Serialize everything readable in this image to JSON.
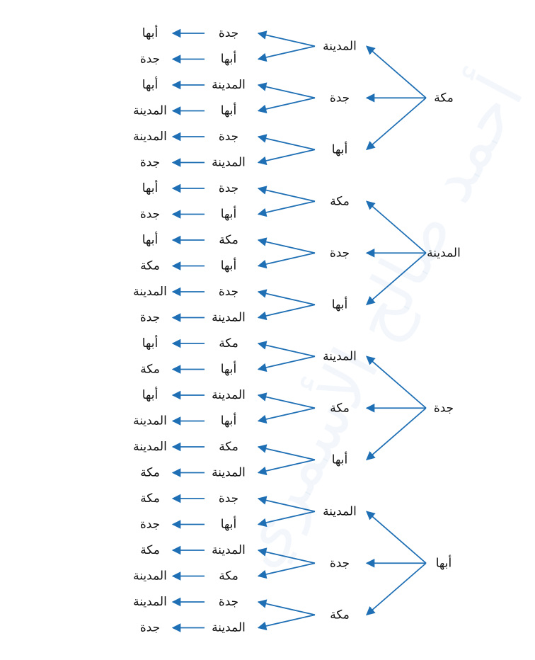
{
  "arrow_color": "#1f6fb5",
  "watermark": "أحمد صالح الأسمري",
  "tree": [
    {
      "label": "مكة",
      "branches": [
        {
          "label": "المدينة",
          "leaves": [
            {
              "mid": "جدة",
              "end": "أبها"
            },
            {
              "mid": "أبها",
              "end": "جدة"
            }
          ]
        },
        {
          "label": "جدة",
          "leaves": [
            {
              "mid": "المدينة",
              "end": "أبها"
            },
            {
              "mid": "أبها",
              "end": "المدينة"
            }
          ]
        },
        {
          "label": "أبها",
          "leaves": [
            {
              "mid": "جدة",
              "end": "المدينة"
            },
            {
              "mid": "المدينة",
              "end": "جدة"
            }
          ]
        }
      ]
    },
    {
      "label": "المدينة",
      "branches": [
        {
          "label": "مكة",
          "leaves": [
            {
              "mid": "جدة",
              "end": "أبها"
            },
            {
              "mid": "أبها",
              "end": "جدة"
            }
          ]
        },
        {
          "label": "جدة",
          "leaves": [
            {
              "mid": "مكة",
              "end": "أبها"
            },
            {
              "mid": "أبها",
              "end": "مكة"
            }
          ]
        },
        {
          "label": "أبها",
          "leaves": [
            {
              "mid": "جدة",
              "end": "المدينة"
            },
            {
              "mid": "المدينة",
              "end": "جدة"
            }
          ]
        }
      ]
    },
    {
      "label": "جدة",
      "branches": [
        {
          "label": "المدينة",
          "leaves": [
            {
              "mid": "مكة",
              "end": "أبها"
            },
            {
              "mid": "أبها",
              "end": "مكة"
            }
          ]
        },
        {
          "label": "مكة",
          "leaves": [
            {
              "mid": "المدينة",
              "end": "أبها"
            },
            {
              "mid": "أبها",
              "end": "المدينة"
            }
          ]
        },
        {
          "label": "أبها",
          "leaves": [
            {
              "mid": "مكة",
              "end": "المدينة"
            },
            {
              "mid": "المدينة",
              "end": "مكة"
            }
          ]
        }
      ]
    },
    {
      "label": "أبها",
      "branches": [
        {
          "label": "المدينة",
          "leaves": [
            {
              "mid": "جدة",
              "end": "مكة"
            },
            {
              "mid": "أبها",
              "end": "جدة"
            }
          ]
        },
        {
          "label": "جدة",
          "leaves": [
            {
              "mid": "المدينة",
              "end": "مكة"
            },
            {
              "mid": "مكة",
              "end": "المدينة"
            }
          ]
        },
        {
          "label": "مكة",
          "leaves": [
            {
              "mid": "جدة",
              "end": "المدينة"
            },
            {
              "mid": "المدينة",
              "end": "جدة"
            }
          ]
        }
      ]
    }
  ]
}
